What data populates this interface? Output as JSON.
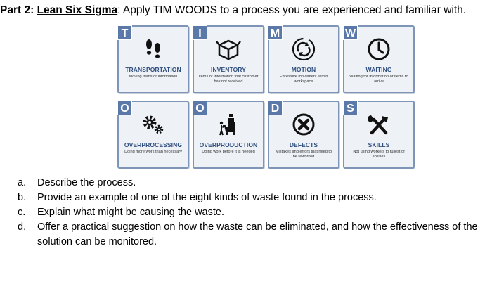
{
  "heading": {
    "part": "Part 2:",
    "topic": "Lean Six Sigma",
    "instruction": ": Apply TIM WOODS to a process you are experienced and familiar with."
  },
  "cards": [
    {
      "letter": "T",
      "title": "TRANSPORTATION",
      "desc": "Moving items or information",
      "icon": "footprints-icon"
    },
    {
      "letter": "I",
      "title": "INVENTORY",
      "desc": "Items or information that customer has not received",
      "icon": "box-icon"
    },
    {
      "letter": "M",
      "title": "MOTION",
      "desc": "Excessive movement within workspace",
      "icon": "cycle-arrows-icon"
    },
    {
      "letter": "W",
      "title": "WAITING",
      "desc": "Waiting for information or items to arrive",
      "icon": "clock-icon"
    },
    {
      "letter": "O",
      "title": "OVERPROCESSING",
      "desc": "Doing more work than necessary",
      "icon": "gears-icon"
    },
    {
      "letter": "O",
      "title": "OVERPRODUCTION",
      "desc": "Doing work before it is needed",
      "icon": "stacked-cart-icon"
    },
    {
      "letter": "D",
      "title": "DEFECTS",
      "desc": "Mistakes and errors that need to be reworked",
      "icon": "x-circle-icon"
    },
    {
      "letter": "S",
      "title": "SKILLS",
      "desc": "Not using workers to fullest of abilities",
      "icon": "tools-icon"
    }
  ],
  "questions": [
    {
      "letter": "a.",
      "text": "Describe the process."
    },
    {
      "letter": "b.",
      "text": "Provide an example of one of the eight kinds of waste found in the process."
    },
    {
      "letter": "c.",
      "text": "Explain what might be causing the waste."
    },
    {
      "letter": "d.",
      "text": "Offer a practical suggestion on how the waste can be eliminated, and how the effectiveness of the solution can be monitored."
    }
  ],
  "colors": {
    "badge": "#5a79a8",
    "title": "#2f4f7f",
    "border": "#7e95b8"
  }
}
